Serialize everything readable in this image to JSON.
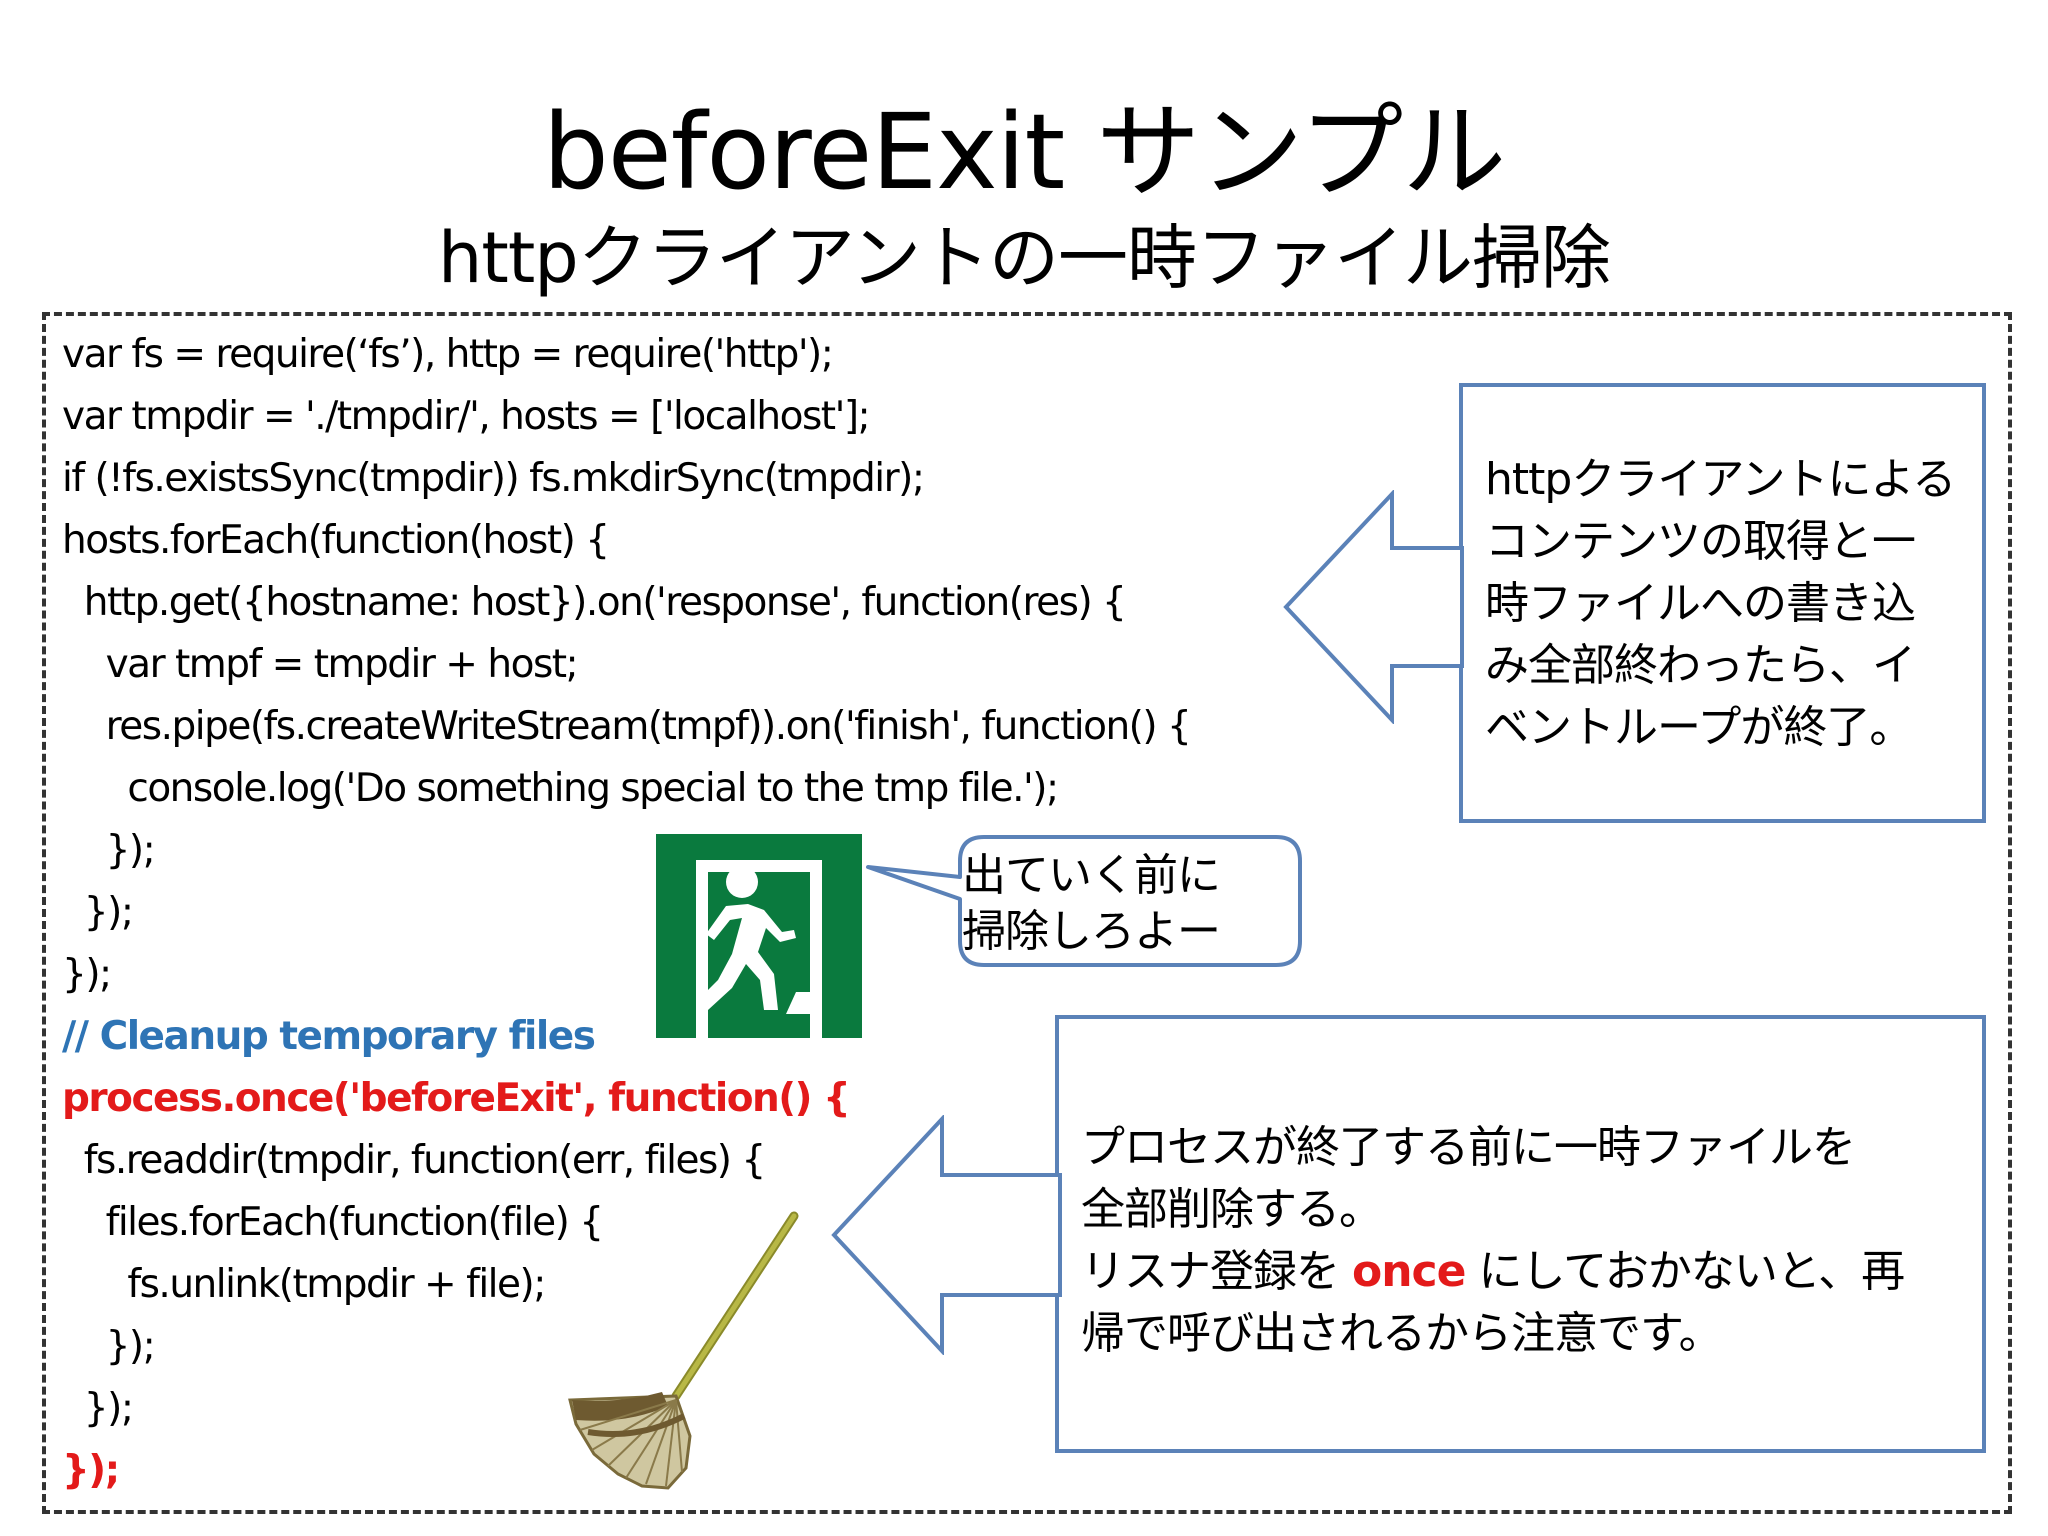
{
  "slide": {
    "title": "beforeExit サンプル",
    "subtitle": "httpクライアントの一時ファイル掃除"
  },
  "code": [
    {
      "text": "var fs = require(‘fs’), http = require('http');",
      "style": "normal"
    },
    {
      "text": "var tmpdir = './tmpdir/', hosts = ['localhost'];",
      "style": "normal"
    },
    {
      "text": "if (!fs.existsSync(tmpdir)) fs.mkdirSync(tmpdir);",
      "style": "normal"
    },
    {
      "text": "hosts.forEach(function(host) {",
      "style": "normal"
    },
    {
      "text": "  http.get({hostname: host}).on('response', function(res) {",
      "style": "normal"
    },
    {
      "text": "    var tmpf = tmpdir + host;",
      "style": "normal"
    },
    {
      "text": "    res.pipe(fs.createWriteStream(tmpf)).on('finish', function() {",
      "style": "normal"
    },
    {
      "text": "      console.log('Do something special to the tmp file.');",
      "style": "normal"
    },
    {
      "text": "    });",
      "style": "normal"
    },
    {
      "text": "  });",
      "style": "normal"
    },
    {
      "text": "});",
      "style": "normal"
    },
    {
      "text": "// Cleanup temporary files",
      "style": "comment"
    },
    {
      "text": "process.once('beforeExit', function() {",
      "style": "highlight"
    },
    {
      "text": "  fs.readdir(tmpdir, function(err, files) {",
      "style": "normal"
    },
    {
      "text": "    files.forEach(function(file) {",
      "style": "normal"
    },
    {
      "text": "      fs.unlink(tmpdir + file);",
      "style": "normal"
    },
    {
      "text": "    });",
      "style": "normal"
    },
    {
      "text": "  });",
      "style": "normal"
    },
    {
      "text": "});",
      "style": "highlight"
    }
  ],
  "callouts": {
    "top_lines": [
      "httpクライアントによる",
      "コンテンツの取得と一",
      "時ファイルへの書き込",
      "み全部終わったら、イ",
      "ベントループが終了。"
    ],
    "bottom": {
      "line1": "プロセスが終了する前に一時ファイルを",
      "line2": "全部削除する。",
      "line3_before": "リスナ登録を ",
      "line3_keyword": "once",
      "line3_after": " にしておかないと、再",
      "line4": "帰で呼び出されるから注意です。"
    },
    "speech_lines": [
      "出ていく前に",
      "掃除しろよー"
    ]
  },
  "colors": {
    "code_text": "#000000",
    "comment": "#2e74b5",
    "highlight": "#e31a1a",
    "callout_border": "#5b82b8",
    "exit_sign_green": "#0a7a3e",
    "frame_dash": "#333333"
  },
  "icons": {
    "exit_sign": "emergency-exit-icon",
    "rake": "rake-icon"
  }
}
